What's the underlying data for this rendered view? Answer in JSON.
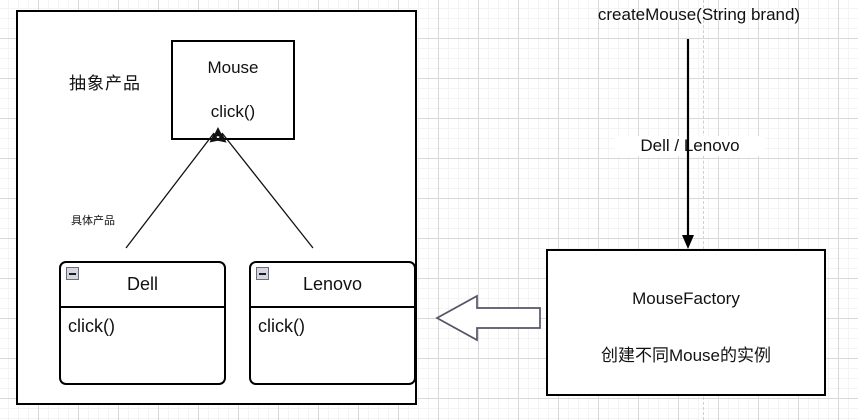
{
  "diagram": {
    "title_text_visible": false,
    "left_pane": {
      "abstract_product_label": "抽象产品",
      "concrete_product_label": "具体产品",
      "interface_class": {
        "name": "Mouse",
        "operation": "click()"
      },
      "concrete_classes": [
        {
          "name": "Dell",
          "operation": "click()",
          "collapse_icon": "minus-square-icon"
        },
        {
          "name": "Lenovo",
          "operation": "click()",
          "collapse_icon": "minus-square-icon"
        }
      ],
      "inheritance_arrows": 2
    },
    "right_pane": {
      "method_signature": "createMouse(String brand)",
      "parameter_label": "Dell  / Lenovo",
      "factory": {
        "name": "MouseFactory",
        "description": "创建不同Mouse的实例"
      },
      "down_arrow_icon": "arrow-down-icon",
      "block_arrow_icon": "block-arrow-left-icon",
      "dashed_guide_icon": "dashed-vertical-guide"
    },
    "colors": {
      "stroke": "#000000",
      "text": "#111111",
      "grid_minor": "#f4f4f4",
      "grid_major": "#d9d9d9",
      "canvas": "#ffffff",
      "collapse_icon_fill": "#d6d6de",
      "collapse_icon_border": "#6a6a7a",
      "block_arrow_stroke": "#555566",
      "dashed_guide": "#cfcfcf"
    }
  }
}
